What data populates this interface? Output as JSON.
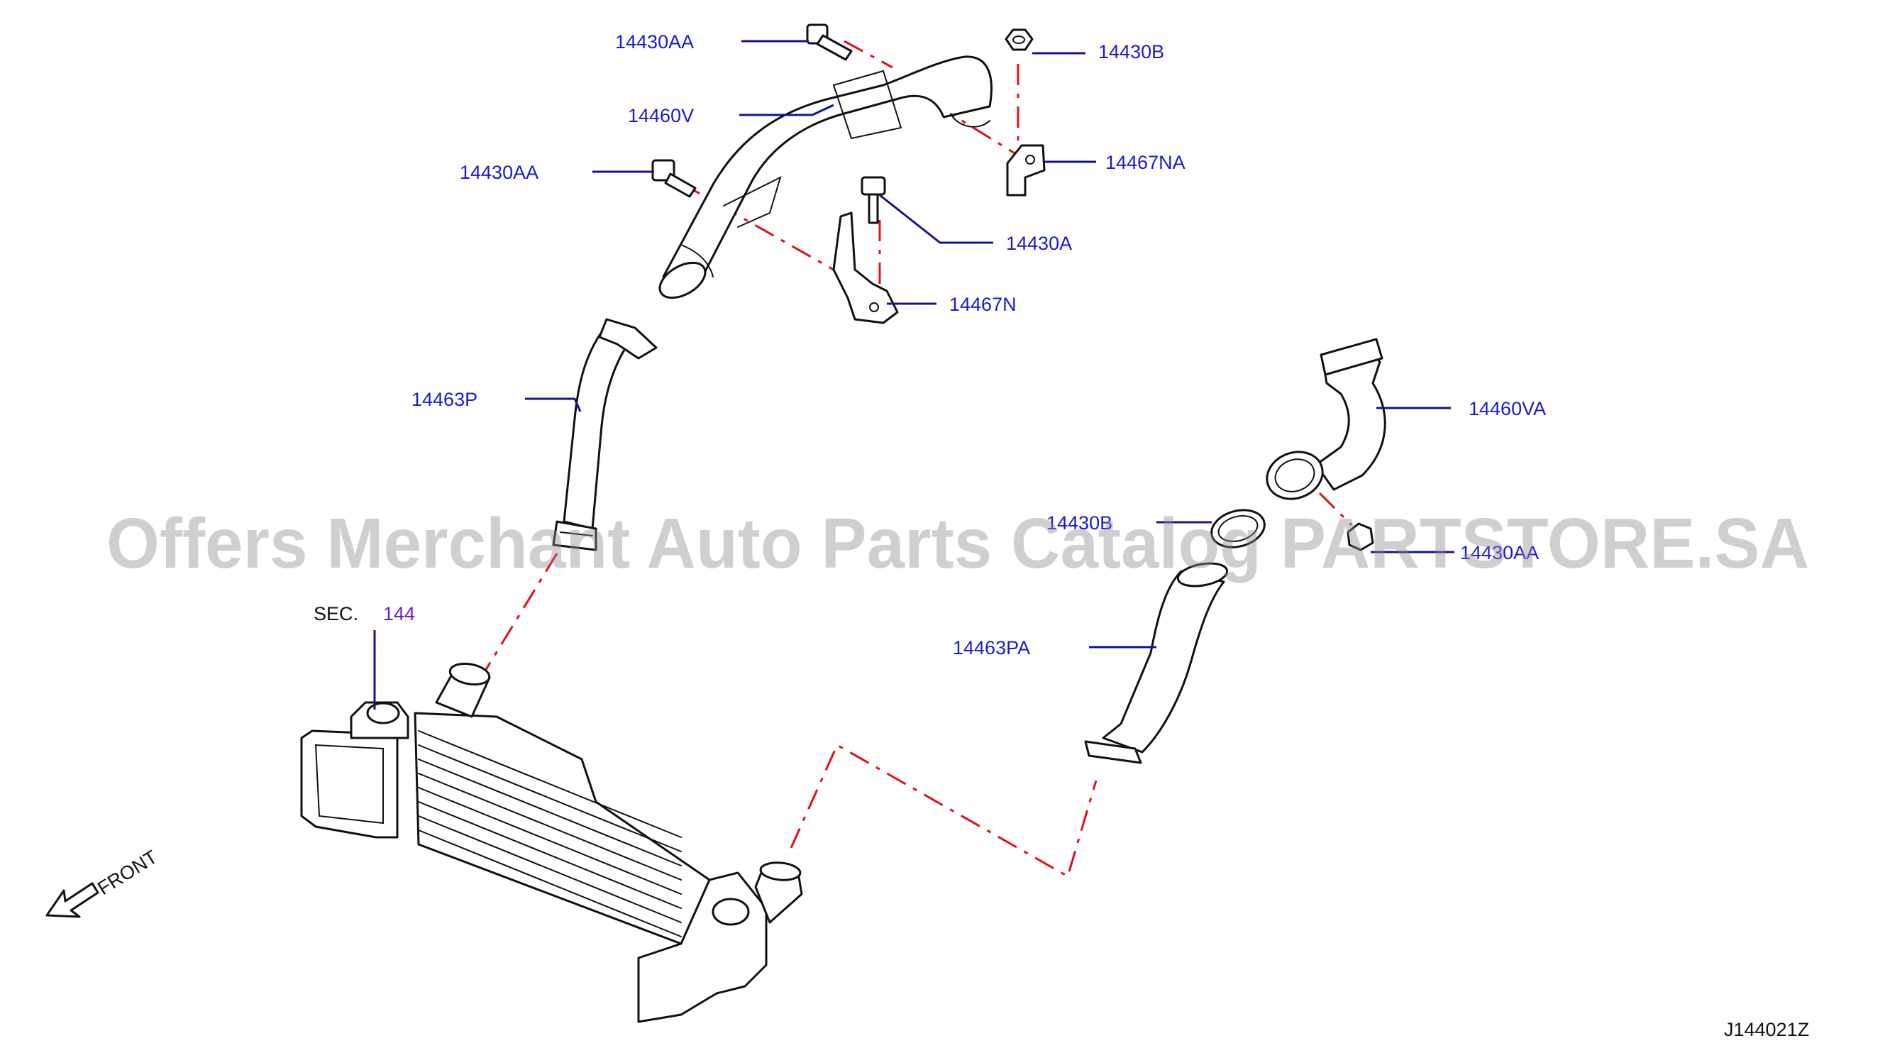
{
  "diagram": {
    "code": "J144021Z",
    "front_label": "FRONT",
    "section_ref": {
      "prefix": "SEC.",
      "number": "144"
    },
    "watermark": "Offers Merchant Auto Parts Catalog PARTSTORE.SA",
    "callouts": [
      {
        "id": "bolt-upper",
        "part": "14430AA"
      },
      {
        "id": "nut-top-right",
        "part": "14430B"
      },
      {
        "id": "pipe-upper",
        "part": "14460V"
      },
      {
        "id": "bracket-right",
        "part": "14467NA"
      },
      {
        "id": "bolt-left",
        "part": "14430AA"
      },
      {
        "id": "bolt-mid",
        "part": "14430A"
      },
      {
        "id": "bracket-mid",
        "part": "14467N"
      },
      {
        "id": "hose-left",
        "part": "14463P"
      },
      {
        "id": "pipe-right",
        "part": "14460VA"
      },
      {
        "id": "clamp-right",
        "part": "14430B"
      },
      {
        "id": "bolt-right",
        "part": "14430AA"
      },
      {
        "id": "hose-right",
        "part": "14463PA"
      }
    ],
    "colors": {
      "label": "#1a1ad4",
      "leader": "#14148c",
      "dash": "#e0101a",
      "line": "#111111"
    }
  }
}
